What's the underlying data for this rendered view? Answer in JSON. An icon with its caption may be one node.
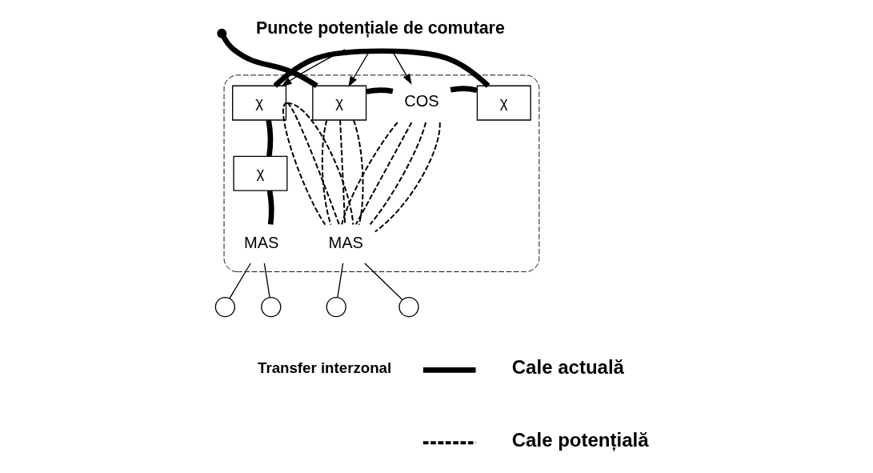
{
  "diagram": {
    "nodes": [
      {
        "text": [],
        "shape": "cloud"
      },
      {
        "text": [
          "Puncte potențiale de comutare"
        ]
      },
      {
        "text": [
          "χ"
        ],
        "in": 0
      },
      {
        "text": [
          "χ"
        ],
        "in": 0
      },
      {
        "text": [
          "COS"
        ],
        "in": 0
      },
      {
        "text": [
          "χ"
        ],
        "in": 0
      },
      {
        "text": [
          "χ"
        ],
        "in": 0
      },
      {
        "text": [
          "MAS"
        ],
        "in": 0
      },
      {
        "text": [
          "MAS"
        ],
        "in": 0
      },
      {
        "text": [],
        "shape": "circle"
      },
      {
        "text": [],
        "shape": "circle"
      },
      {
        "text": [],
        "shape": "circle"
      },
      {
        "text": [],
        "shape": "circle"
      }
    ],
    "edges": [
      {
        "from": 1,
        "to": 2,
        "arrow": "to"
      },
      {
        "from": 1,
        "to": 4,
        "arrow": "to"
      },
      {
        "from": 1,
        "to": 5,
        "arrow": "to"
      },
      {
        "from": 7,
        "to": 6,
        "arrow": "none",
        "style": "thick"
      },
      {
        "from": 6,
        "to": 2,
        "arrow": "none",
        "style": "thick"
      },
      {
        "from": 2,
        "to": 3,
        "arrow": "none",
        "style": "thick"
      },
      {
        "from": 3,
        "to": 4,
        "arrow": "none",
        "style": "thick"
      },
      {
        "from": 4,
        "to": 5,
        "arrow": "none",
        "style": "thick"
      },
      {
        "from": 5,
        "to": null,
        "arrow": "other",
        "style": "thick"
      },
      {
        "from": 2,
        "to": 8,
        "arrow": "none",
        "style": "dashed"
      },
      {
        "from": 2,
        "to": 8,
        "arrow": "none",
        "style": "dashed"
      },
      {
        "from": 2,
        "to": 8,
        "arrow": "none",
        "style": "dashed"
      },
      {
        "from": 4,
        "to": 8,
        "arrow": "none",
        "style": "dashed"
      },
      {
        "from": 4,
        "to": 8,
        "arrow": "none",
        "style": "dashed"
      },
      {
        "from": 4,
        "to": 8,
        "arrow": "none",
        "style": "dashed"
      },
      {
        "from": 4,
        "to": 8,
        "arrow": "none",
        "style": "dashed"
      },
      {
        "from": 5,
        "to": 8,
        "arrow": "none",
        "style": "dashed"
      },
      {
        "from": 5,
        "to": 8,
        "arrow": "none",
        "style": "dashed"
      },
      {
        "from": 5,
        "to": 8,
        "arrow": "none",
        "style": "dashed"
      },
      {
        "from": 7,
        "to": 9,
        "arrow": "none"
      },
      {
        "from": 7,
        "to": 10,
        "arrow": "none"
      },
      {
        "from": 8,
        "to": 11,
        "arrow": "none"
      },
      {
        "from": 8,
        "to": 12,
        "arrow": "none"
      }
    ],
    "labels": [
      "Transfer interzonal"
    ],
    "legend": [
      {
        "text": "Cale actuală"
      },
      {
        "text": "Cale potențială"
      }
    ]
  }
}
